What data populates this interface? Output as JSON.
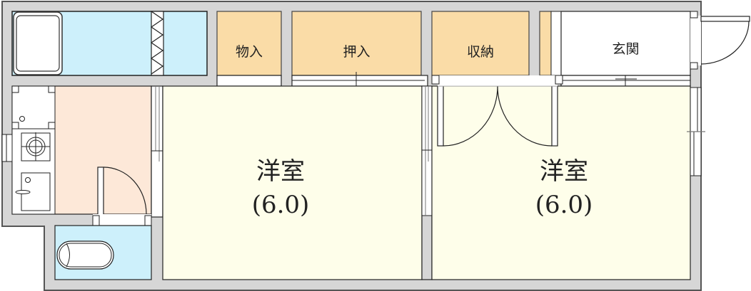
{
  "floor_plan": {
    "colors": {
      "wall": "#d6d6d6",
      "wet_area": "#cdf0fb",
      "storage": "#fadca7",
      "kitchen": "#fde8d8",
      "western_room": "#fefeea",
      "entrance": "#ffffff",
      "outline": "#333333"
    },
    "rooms": {
      "storage_small": {
        "label": "物入"
      },
      "closet": {
        "label": "押入"
      },
      "storage": {
        "label": "収納"
      },
      "entrance": {
        "label": "玄関"
      },
      "western_room_1": {
        "label": "洋室",
        "size": "(6.0)"
      },
      "western_room_2": {
        "label": "洋室",
        "size": "(6.0)"
      }
    },
    "fixtures": [
      {
        "name": "bathtub"
      },
      {
        "name": "washing-machine"
      },
      {
        "name": "gas-stove"
      },
      {
        "name": "sink"
      },
      {
        "name": "toilet"
      }
    ]
  }
}
